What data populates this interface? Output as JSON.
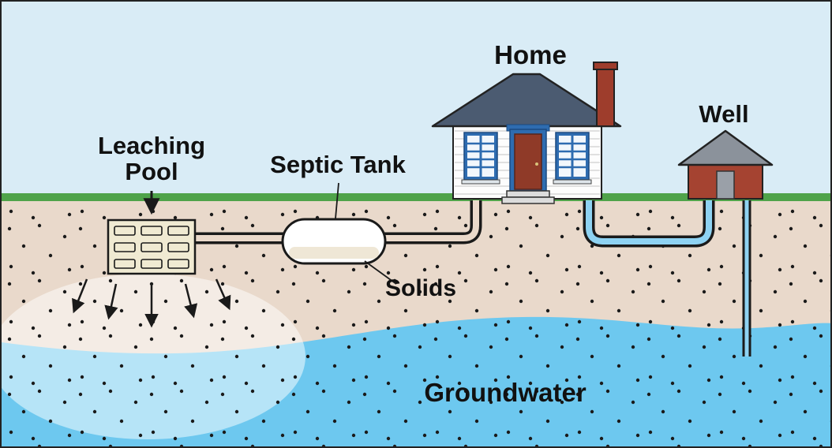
{
  "scene": {
    "labels": {
      "home": "Home",
      "well": "Well",
      "septic_tank": "Septic Tank",
      "leaching_line1": "Leaching",
      "leaching_line2": "Pool",
      "solids": "Solids",
      "groundwater": "Groundwater"
    },
    "colors": {
      "sky": "#d9ecf6",
      "grass": "#4fa34a",
      "soil": "#e9d9cb",
      "groundwater": "#6dc8ef",
      "plume": "rgba(255,255,255,0.5)",
      "pipe_tan": "#ead9ca",
      "pipe_blue": "#8ed2f2",
      "tank_fill": "#ffffff",
      "leaching_box": "#f0ead2",
      "house_roof": "#4b5b71",
      "house_body": "#fdfdfd",
      "brick_red": "#9e3d2c",
      "window_blue": "#2e6cb0",
      "well_roof": "#8b929b",
      "well_body": "#a54331",
      "outline": "#1a1a1a"
    }
  }
}
